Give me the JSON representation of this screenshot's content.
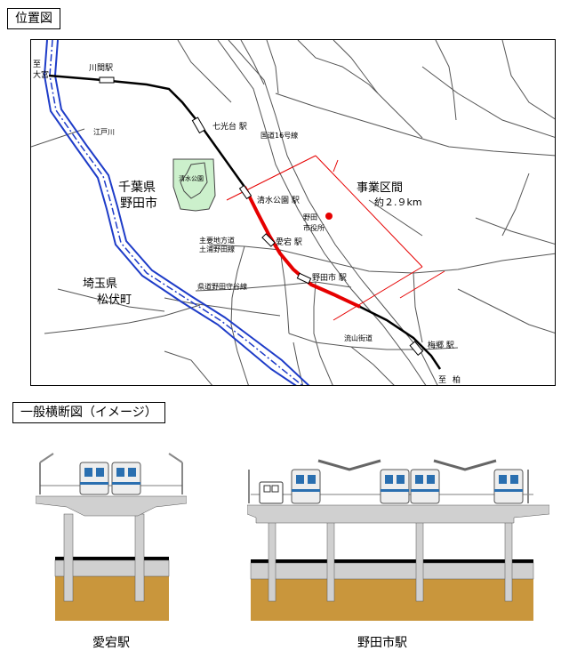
{
  "location_map": {
    "title": "位置図",
    "labels": {
      "to_omiya_1": "至",
      "to_omiya_2": "大宮",
      "kawama_station": "川間駅",
      "edogawa_river": "江戸川",
      "nanakodai_station": "七光台 駅",
      "route16": "国道16号線",
      "chiba_1": "千葉県",
      "chiba_2": "野田市",
      "shimizu_park": "清水公園",
      "shimizukoen_station": "清水公園 駅",
      "project_section_1": "事業区間",
      "project_section_2": "約２.９km",
      "city_hall_1": "野田",
      "city_hall_2": "市役所",
      "atago_station": "愛宕 駅",
      "main_road_1": "主要地方道",
      "main_road_2": "土浦野田線",
      "saitama_1": "埼玉県",
      "saitama_2": "松伏町",
      "noda_moriya_road": "県道野田守谷線",
      "nodashi_station": "野田市 駅",
      "nagareyama_road": "流山街道",
      "umesato_station": "梅郷 駅",
      "to_kashiwa_1": "至",
      "to_kashiwa_2": "柏"
    }
  },
  "cross_section": {
    "title": "一般横断図（イメージ）",
    "atago_caption": "愛宕駅",
    "nodashi_caption": "野田市駅"
  },
  "colors": {
    "railway": "#000000",
    "project_section": "#e60000",
    "river": "#1e3cc8",
    "park": "#ccf0cc",
    "ground": "#c9963c",
    "concrete": "#d0d0d0"
  }
}
